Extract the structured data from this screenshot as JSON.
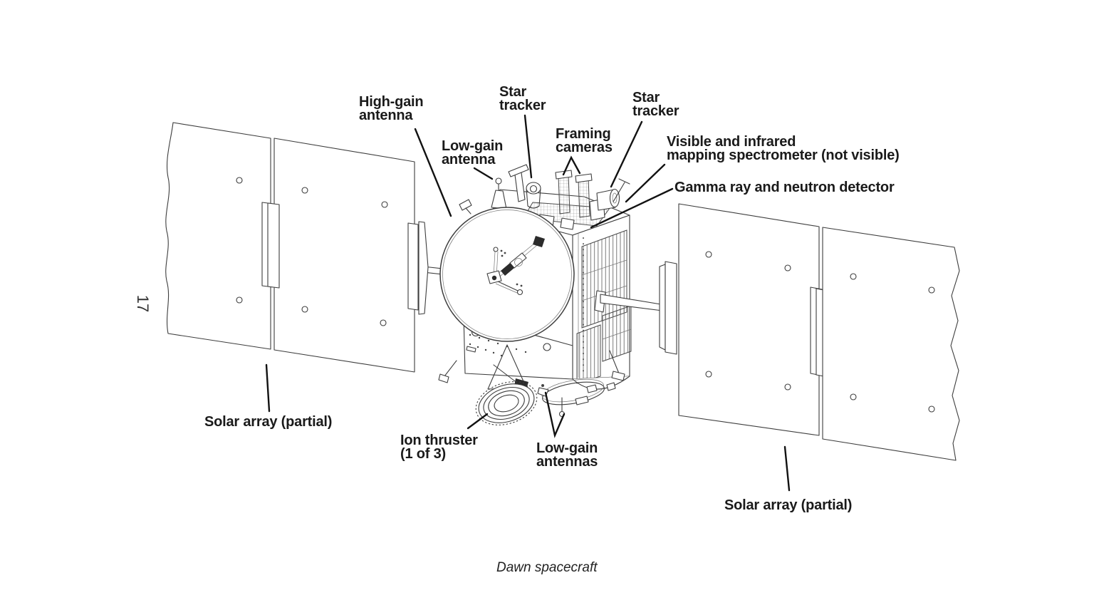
{
  "page": {
    "number": "17",
    "caption": "Dawn spacecraft"
  },
  "colors": {
    "background": "#ffffff",
    "ink": "#1a1a1a",
    "line_art": "#3d3d3d"
  },
  "figure": {
    "subject": "Dawn spacecraft labeled diagram",
    "labels": [
      {
        "id": "high-gain-antenna",
        "text": "High-gain\nantenna"
      },
      {
        "id": "star-tracker-top",
        "text": "Star\ntracker"
      },
      {
        "id": "framing-cameras",
        "text": "Framing\ncameras"
      },
      {
        "id": "star-tracker-right",
        "text": "Star\ntracker"
      },
      {
        "id": "low-gain-antenna",
        "text": "Low-gain\nantenna"
      },
      {
        "id": "vir-spectrometer",
        "text": "Visible and infrared\nmapping spectrometer (not visible)"
      },
      {
        "id": "gamma-ray-detector",
        "text": "Gamma ray and neutron detector"
      },
      {
        "id": "solar-array-left",
        "text": "Solar array (partial)"
      },
      {
        "id": "ion-thruster",
        "text": "Ion thruster\n(1 of 3)"
      },
      {
        "id": "low-gain-antennas",
        "text": "Low-gain\nantennas"
      },
      {
        "id": "solar-array-right",
        "text": "Solar array (partial)"
      }
    ]
  }
}
